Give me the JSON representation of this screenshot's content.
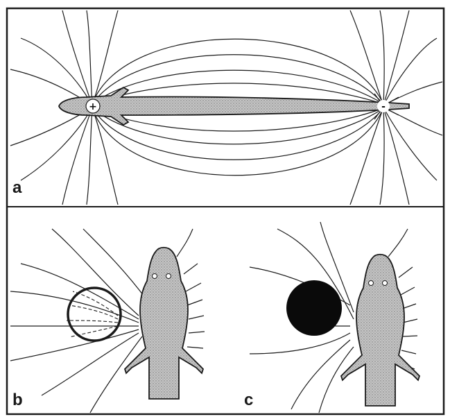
{
  "panels": {
    "a": {
      "label": "a",
      "positive_pole": "+",
      "negative_pole": "-"
    },
    "b": {
      "label": "b"
    },
    "c": {
      "label": "c"
    }
  },
  "colors": {
    "ink": "#1a1a1a",
    "fish_fill": "#b9b9b9",
    "paper": "#ffffff",
    "object_dark": "#0a0a0a"
  }
}
